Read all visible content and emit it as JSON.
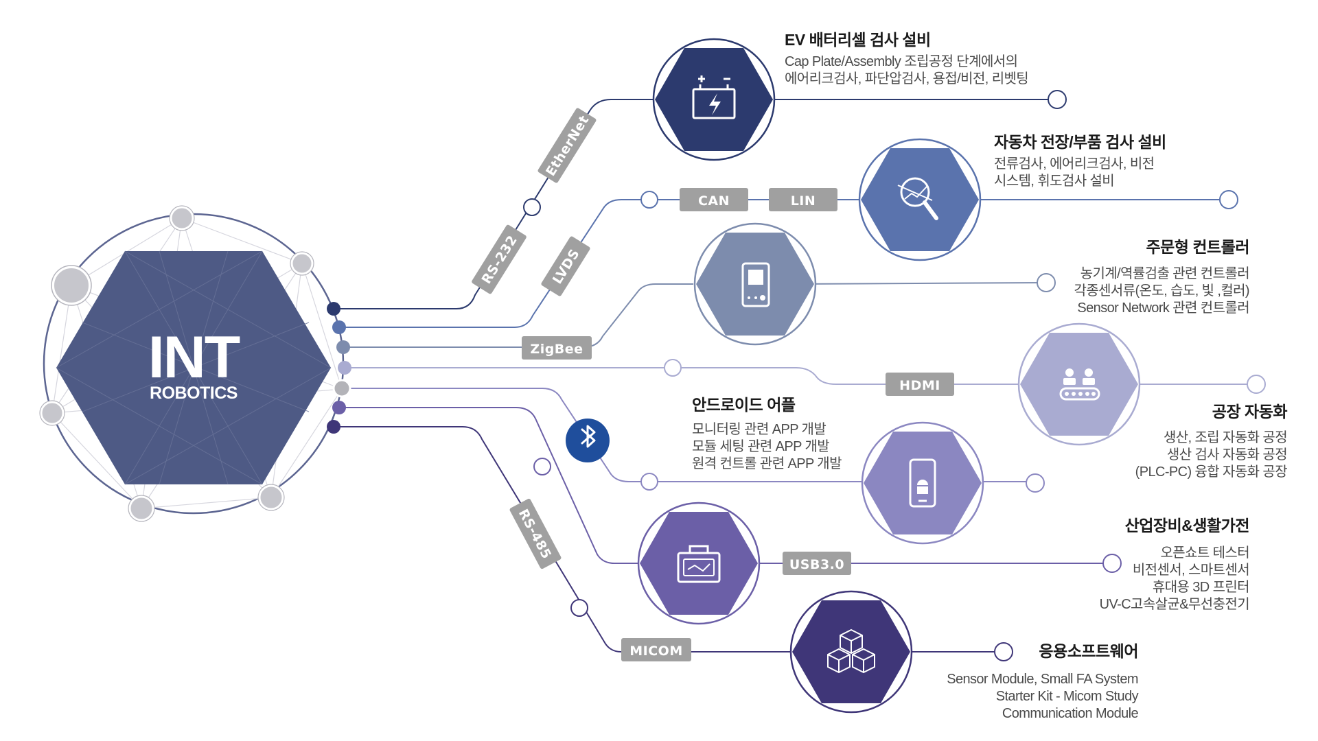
{
  "brand": {
    "main": "INT",
    "sub": "ROBOTICS"
  },
  "interfaces": {
    "ethernet": "EtherNet",
    "rs232": "RS-232",
    "lvds": "LVDS",
    "can": "CAN",
    "lin": "LIN",
    "zigbee": "ZigBee",
    "hdmi": "HDMI",
    "usb": "USB3.0",
    "rs485": "RS-485",
    "micom": "MICOM"
  },
  "sections": {
    "ev": {
      "title": "EV 배터리셀 검사 설비",
      "lines": [
        "Cap Plate/Assembly 조립공정 단계에서의",
        "에어리크검사, 파단압검사, 용접/비전, 리벳팅"
      ]
    },
    "auto": {
      "title": "자동차 전장/부품 검사 설비",
      "lines": [
        "전류검사, 에어리크검사, 비전",
        "시스템, 휘도검사 설비"
      ]
    },
    "ctrl": {
      "title": "주문형 컨트롤러",
      "lines": [
        "농기계/역률검출 관련 컨트롤러",
        "각종센서류(온도, 습도, 빛 ,컬러)",
        "Sensor Network 관련 컨트롤러"
      ]
    },
    "factory": {
      "title": "공장 자동화",
      "lines": [
        "생산, 조립 자동화 공정",
        "생산 검사 자동화 공정",
        "(PLC-PC) 융합 자동화 공장"
      ]
    },
    "android": {
      "title": "안드로이드 어플",
      "lines": [
        "모니터링 관련 APP 개발",
        "모듈 세팅 관련 APP 개발",
        "원격 컨트롤 관련 APP 개발"
      ]
    },
    "industrial": {
      "title": "산업장비&생활가전",
      "lines": [
        "오픈쇼트 테스터",
        "비전센서, 스마트센서",
        "휴대용 3D 프린터",
        "UV-C고속살균&무선충전기"
      ]
    },
    "software": {
      "title": "응용소프트웨어",
      "lines": [
        "Sensor Module, Small FA System",
        "Starter Kit - Micom Study",
        "Communication Module"
      ]
    }
  },
  "colors": {
    "ev": "#2c3a6e",
    "auto": "#5a73ad",
    "ctrl": "#7d8cad",
    "factory": "#a9abd1",
    "android": "#8b87c1",
    "industrial": "#6b5fa7",
    "software": "#3f3678",
    "center": "#4e5a85",
    "tag": "#a0a0a0",
    "bluetooth": "#1f4e9c"
  },
  "icons": {
    "ev": "battery-icon",
    "auto": "magnifier-icon",
    "ctrl": "controller-icon",
    "factory": "conveyor-icon",
    "android": "android-phone-icon",
    "industrial": "toolbox-icon",
    "software": "cubes-icon",
    "bluetooth": "bluetooth-icon"
  }
}
